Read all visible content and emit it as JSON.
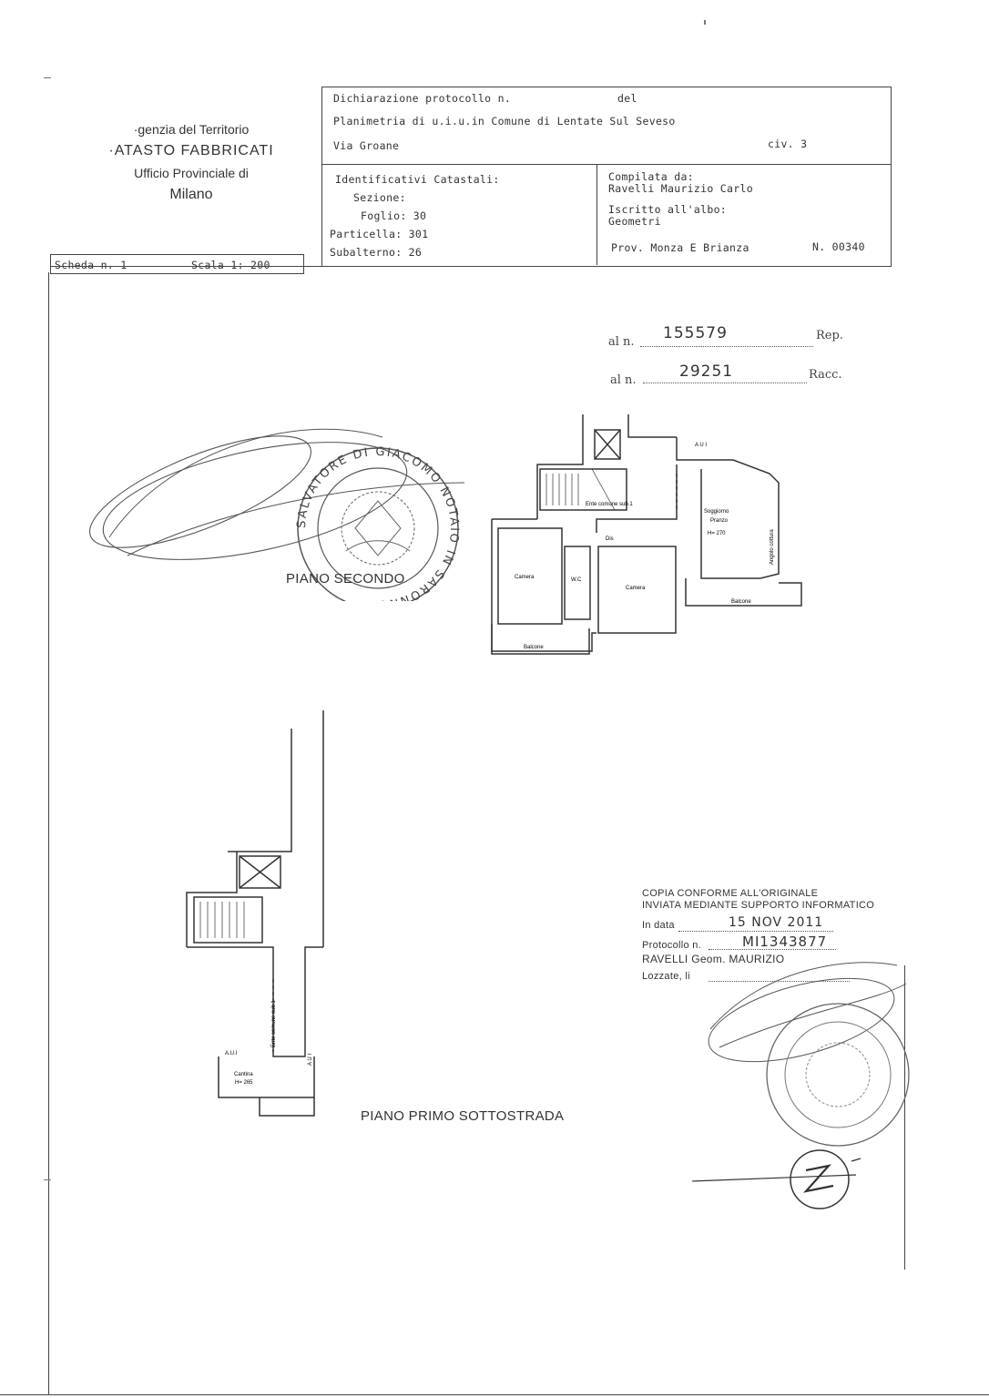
{
  "agency": {
    "line1": "·genzia del Territorio",
    "line2": "·ATASTO FABBRICATI",
    "line3": "Ufficio Provinciale di",
    "line4": "Milano"
  },
  "header": {
    "declaration": "Dichiarazione protocollo n.",
    "del": "del",
    "planimetry": "Planimetria di u.i.u.in Comune di Lentate Sul Seveso",
    "address": "Via Groane",
    "civic": "civ. 3"
  },
  "identifiers": {
    "title": "Identificativi Catastali:",
    "sezione": "Sezione:",
    "foglio": "Foglio: 30",
    "particella": "Particella: 301",
    "subalterno": "Subalterno: 26"
  },
  "compiler": {
    "title": "Compilata da:",
    "name": "Ravelli Maurizio Carlo",
    "registered": "Iscritto all'albo:",
    "profession": "Geometri",
    "province": "Prov. Monza E Brianza",
    "number": "N. 00340"
  },
  "sheet": {
    "scheda": "Scheda n. 1",
    "scala": "Scala 1: 200"
  },
  "registry": {
    "rep_prefix": "al n.",
    "rep_value": "155579",
    "rep_suffix": "Rep.",
    "racc_prefix": "al n.",
    "racc_value": "29251",
    "racc_suffix": "Racc."
  },
  "notary_seal": {
    "text": "SALVATORE DI GIACOMO NOTAIO IN SARONNO"
  },
  "plans": {
    "upper_title": "PIANO SECONDO",
    "lower_title": "PIANO PRIMO SOTTOSTRADA",
    "upper_rooms": {
      "aui": "A  U  I",
      "ente": "Ente comune sub.1",
      "soggiorno": "Soggiorno",
      "pranzo": "Pranzo",
      "height": "H= 270",
      "angolo": "Angolo cottura",
      "dis": "Dis",
      "camera1": "Camera",
      "wc": "W.C",
      "camera2": "Camera",
      "balcone1": "Balcone",
      "balcone2": "Balcone"
    },
    "lower_rooms": {
      "ente": "Ente comune sub.1",
      "aui": "A.U.I",
      "aui2": "A  U  I",
      "cantina": "Cantina",
      "height": "H= 265"
    }
  },
  "copy_stamp": {
    "line1": "COPIA CONFORME ALL'ORIGINALE",
    "line2": "INVIATA MEDIANTE SUPPORTO INFORMATICO",
    "date_label": "In data",
    "date_value": "15 NOV 2011",
    "protocol_label": "Protocollo n.",
    "protocol_value": "MI1343877",
    "signer": "RAVELLI Geom. MAURIZIO",
    "place_label": "Lozzate, li"
  }
}
